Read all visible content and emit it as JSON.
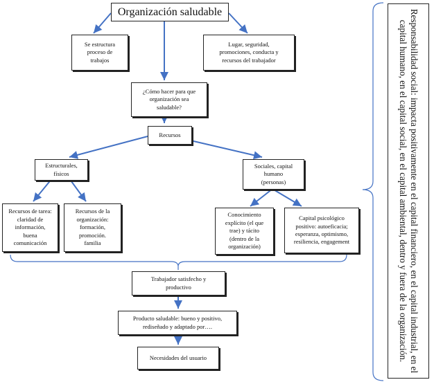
{
  "nodes": {
    "org": "Organización saludable",
    "restructure": "Se estructura\nproceso de\ntrabajos",
    "workplace": "Lugar, seguridad,\npromociones, conducta y\nrecursos del trabajador",
    "how": "¿Cómo hacer para que\norganización sea\nsaludable?",
    "resources": "Recursos",
    "structural": "Estructurales,\nfísicos",
    "social": "Sociales, capital\nhumano\n(personas)",
    "task": "Recursos de tarea:\nclaridad de\ninformación,\nbuena\ncomunicación",
    "orgres": "Recursos de la\norganización:\nformación,\npromoción.\nfamilia",
    "knowledge": "Conocimiento\nexplícito (el que\ntrae) y tácito\n(dentro de la\norganización)",
    "psycap": "Capital psicológico\npositivo: autoeficacia;\nesperanza, optimismo,\nresiliencia, engagement",
    "worker": "Trabajador satisfecho y\nproductivo",
    "product": "Producto saludable: bueno y positivo,\nrediseñado y adaptado por….",
    "needs": "Necesidades del usuario"
  },
  "side_note": "Responsabilidad social: impacta positivamente en el capital financiero, en el capital industrial, en el capital humano, en el capital social, en el capital ambiental, dentro y fuera de la organización.",
  "colors": {
    "arrow": "#4472c4",
    "border": "#222222"
  }
}
